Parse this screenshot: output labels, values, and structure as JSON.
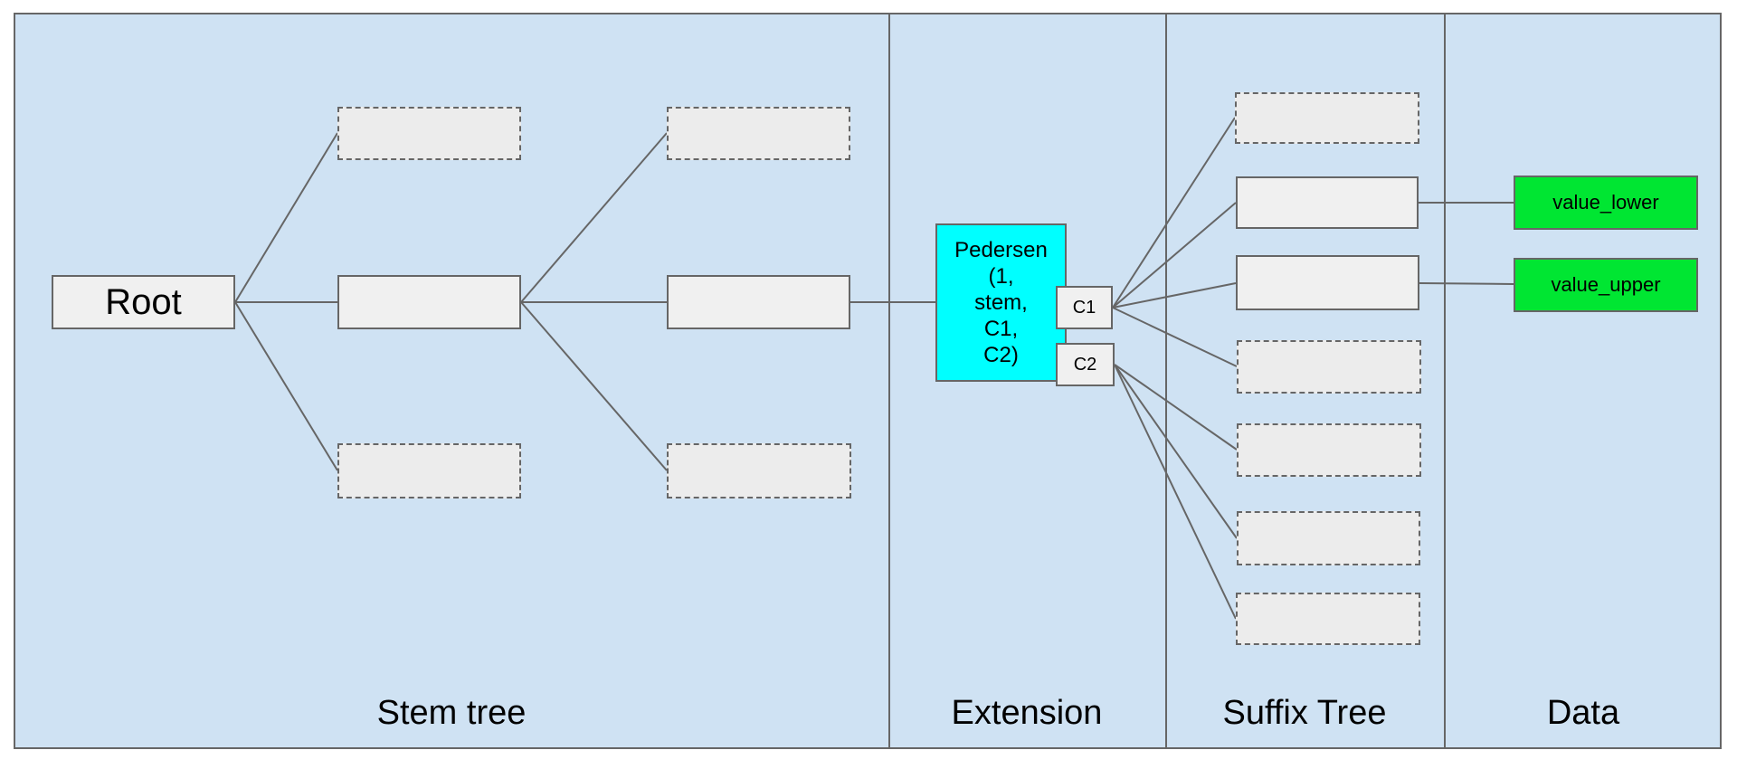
{
  "panels": [
    {
      "id": "stem-tree",
      "label": "Stem tree"
    },
    {
      "id": "extension",
      "label": "Extension"
    },
    {
      "id": "suffix-tree",
      "label": "Suffix Tree"
    },
    {
      "id": "data",
      "label": "Data"
    }
  ],
  "nodes": {
    "root": {
      "label": "Root"
    },
    "pedersen": {
      "label": "Pedersen\n(1,\nstem,\nC1,\nC2)"
    },
    "c1": {
      "label": "C1"
    },
    "c2": {
      "label": "C2"
    },
    "value_lower": {
      "label": "value_lower"
    },
    "value_upper": {
      "label": "value_upper"
    }
  },
  "colors": {
    "canvas_background": "#cfe2f3",
    "node_fill": "#f0f0f0",
    "placeholder_fill": "#ececec",
    "border": "#666666",
    "edge": "#666666",
    "pedersen_fill": "#00ffff",
    "value_fill": "#00e632",
    "text": "#000000"
  }
}
